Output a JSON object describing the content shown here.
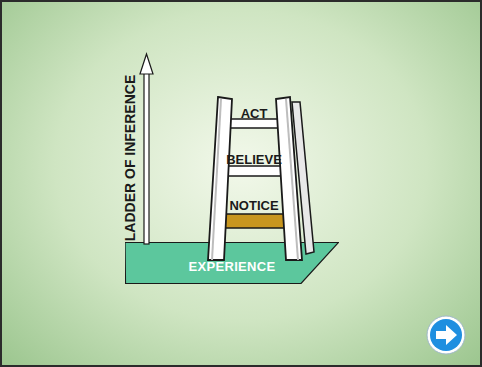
{
  "diagram": {
    "nodes": [
      {
        "text": [
          "EXPERIENCE"
        ]
      }
    ],
    "labels": [
      "LADDER OF INFERENCE",
      "ACT",
      "BELIEVE",
      "NOTICE"
    ]
  }
}
